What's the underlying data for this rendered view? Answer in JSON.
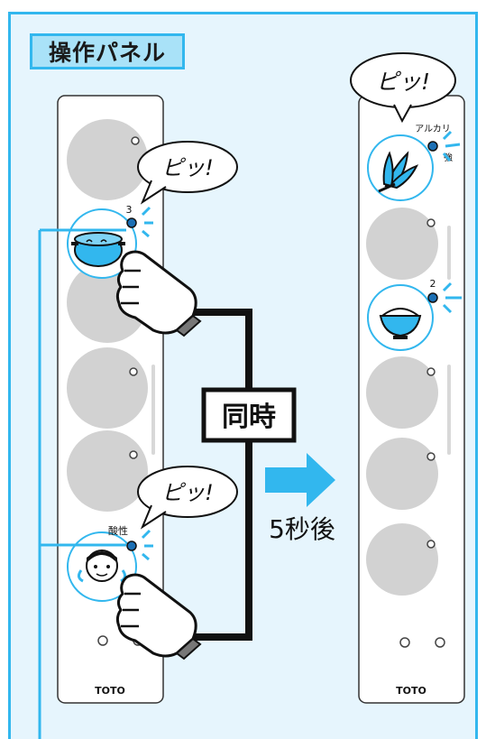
{
  "title": "操作パネル",
  "left_panel": {
    "brand": "TOTO",
    "button_3_level": "3",
    "acid_label": "酸性",
    "beep_1": "ピッ!",
    "beep_2": "ピッ!"
  },
  "right_panel": {
    "brand": "TOTO",
    "alkali_label": "アルカリ",
    "strong_label": "強",
    "level_2": "2",
    "beep": "ピッ!"
  },
  "simultaneous_label": "同時",
  "after_label": "5秒後",
  "colors": {
    "accent_blue": "#32b7ee",
    "frame_bg": "#e6f5fd",
    "title_bg": "#a9e2f8",
    "button_gray": "#d2d2d2",
    "line_black": "#111111"
  }
}
